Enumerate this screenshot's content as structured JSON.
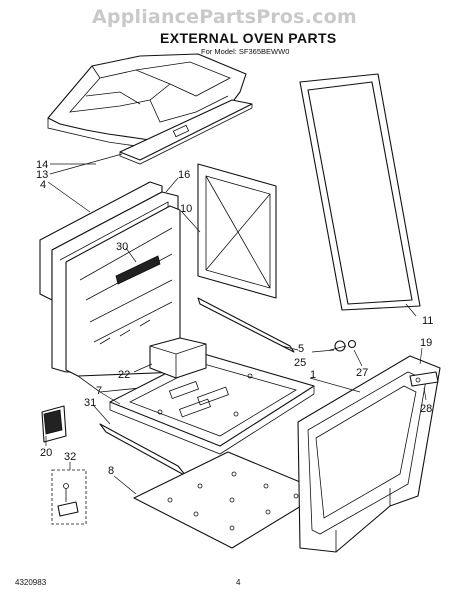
{
  "watermark": "AppliancePartsPros.com",
  "header": {
    "title": "EXTERNAL OVEN PARTS",
    "subtitle": "For Model: SF365BEWW0"
  },
  "footer": {
    "doc_number": "4320983",
    "page_number": "4"
  },
  "callouts": {
    "c1": "1",
    "c4": "4",
    "c5": "5",
    "c7": "7",
    "c8": "8",
    "c10": "10",
    "c11": "11",
    "c13": "13",
    "c14": "14",
    "c16": "16",
    "c19": "19",
    "c20": "20",
    "c22": "22",
    "c25": "25",
    "c27": "27",
    "c28": "28",
    "c30": "30",
    "c31": "31",
    "c32": "32"
  }
}
